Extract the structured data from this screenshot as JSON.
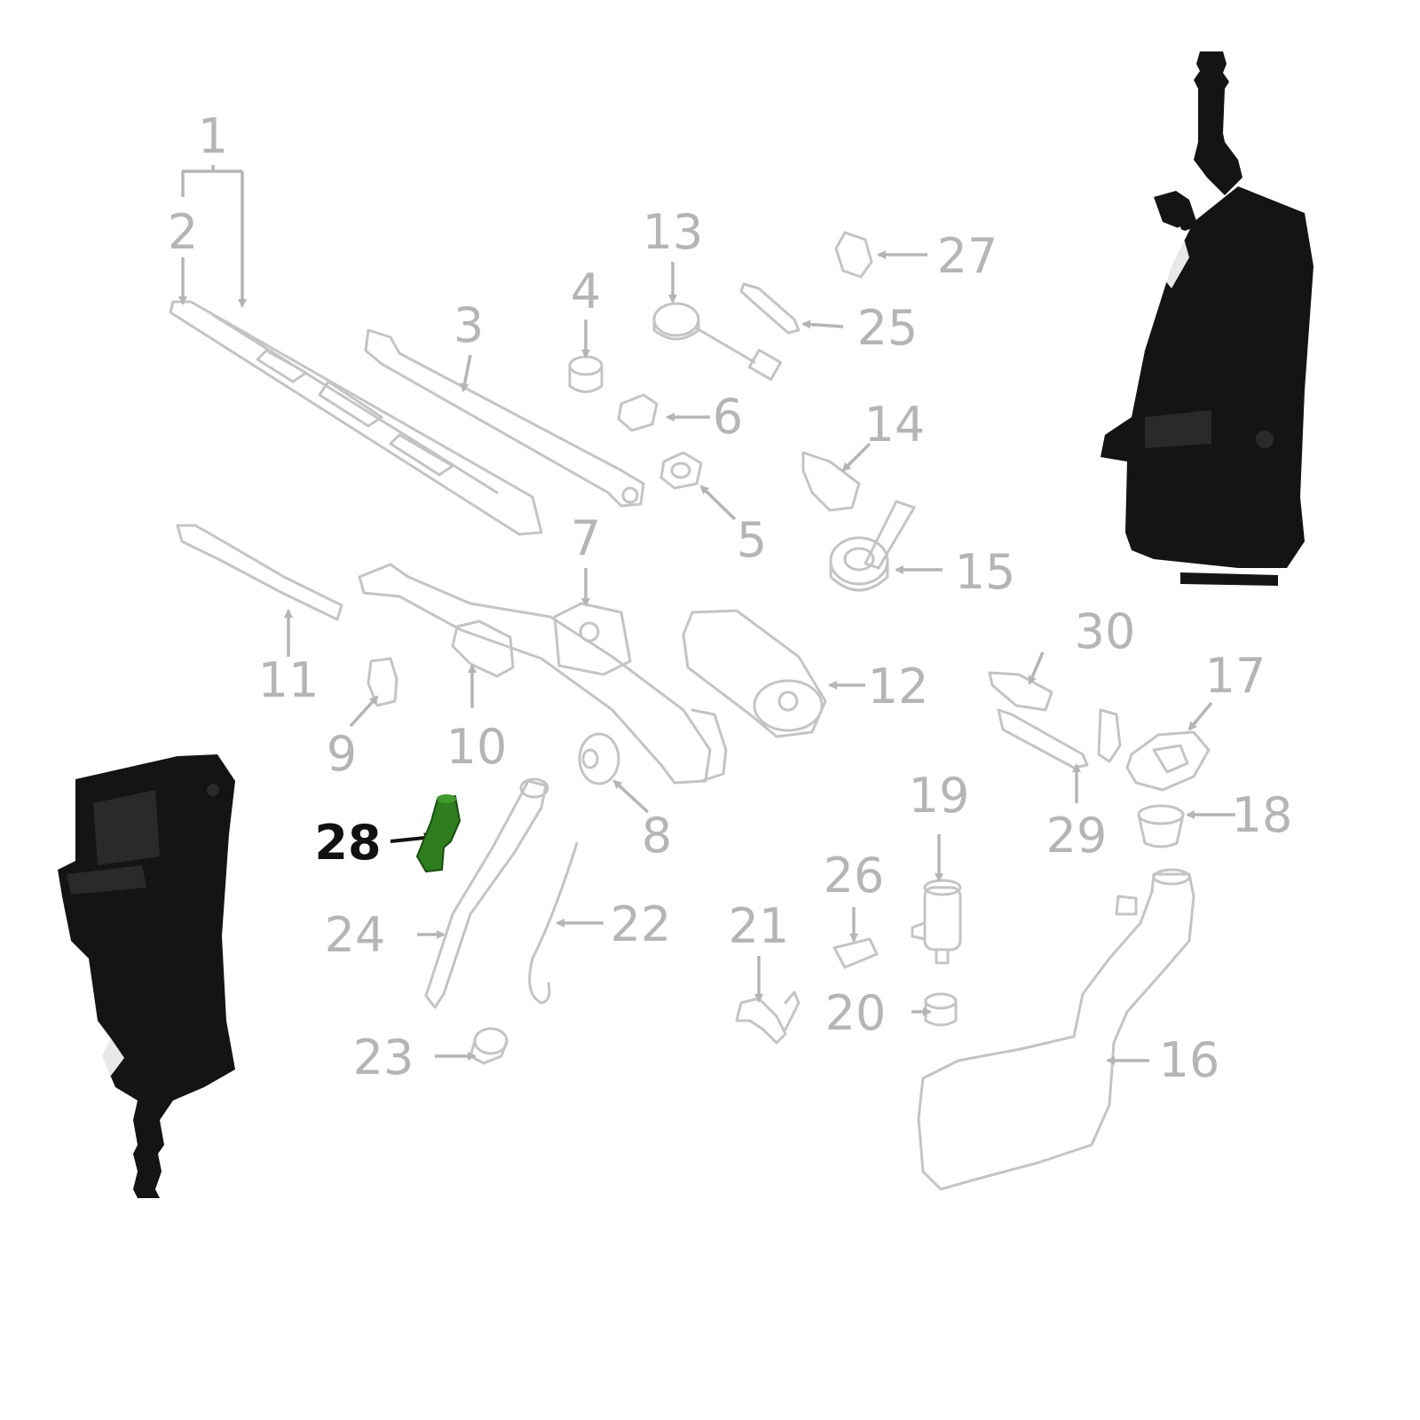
{
  "colors": {
    "background": "#ffffff",
    "diagram_line": "#c4c4c4",
    "label_gray": "#b5b5b5",
    "highlight_label": "#111111",
    "highlight_part": "#2e7d1f",
    "product_black": "#141414"
  },
  "callouts": [
    {
      "id": "1",
      "text": "1",
      "highlight": false
    },
    {
      "id": "2",
      "text": "2",
      "highlight": false
    },
    {
      "id": "3",
      "text": "3",
      "highlight": false
    },
    {
      "id": "4",
      "text": "4",
      "highlight": false
    },
    {
      "id": "5",
      "text": "5",
      "highlight": false
    },
    {
      "id": "6",
      "text": "6",
      "highlight": false
    },
    {
      "id": "7",
      "text": "7",
      "highlight": false
    },
    {
      "id": "8",
      "text": "8",
      "highlight": false
    },
    {
      "id": "9",
      "text": "9",
      "highlight": false
    },
    {
      "id": "10",
      "text": "10",
      "highlight": false
    },
    {
      "id": "11",
      "text": "11",
      "highlight": false
    },
    {
      "id": "12",
      "text": "12",
      "highlight": false
    },
    {
      "id": "13",
      "text": "13",
      "highlight": false
    },
    {
      "id": "14",
      "text": "14",
      "highlight": false
    },
    {
      "id": "15",
      "text": "15",
      "highlight": false
    },
    {
      "id": "16",
      "text": "16",
      "highlight": false
    },
    {
      "id": "17",
      "text": "17",
      "highlight": false
    },
    {
      "id": "18",
      "text": "18",
      "highlight": false
    },
    {
      "id": "19",
      "text": "19",
      "highlight": false
    },
    {
      "id": "20",
      "text": "20",
      "highlight": false
    },
    {
      "id": "21",
      "text": "21",
      "highlight": false
    },
    {
      "id": "22",
      "text": "22",
      "highlight": false
    },
    {
      "id": "23",
      "text": "23",
      "highlight": false
    },
    {
      "id": "24",
      "text": "24",
      "highlight": false
    },
    {
      "id": "25",
      "text": "25",
      "highlight": false
    },
    {
      "id": "26",
      "text": "26",
      "highlight": false
    },
    {
      "id": "27",
      "text": "27",
      "highlight": false
    },
    {
      "id": "28",
      "text": "28",
      "highlight": true
    },
    {
      "id": "29",
      "text": "29",
      "highlight": false
    },
    {
      "id": "30",
      "text": "30",
      "highlight": false
    }
  ]
}
